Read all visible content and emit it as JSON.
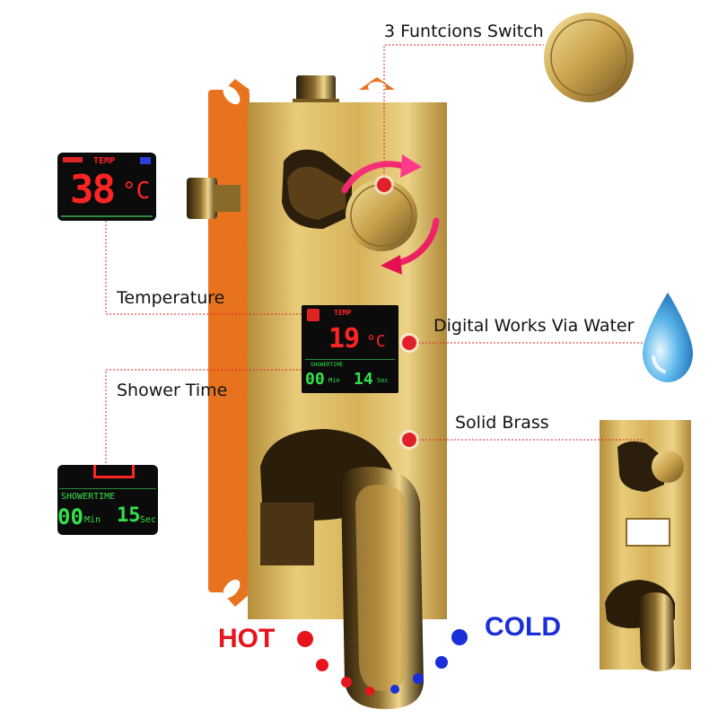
{
  "callouts": {
    "switch": "3 Funtcions Switch",
    "temperature": "Temperature",
    "digital": "Digital Works Via Water",
    "shower_time": "Shower Time",
    "brass": "Solid Brass"
  },
  "mixer": {
    "hot": "HOT",
    "cold": "COLD"
  },
  "display_main": {
    "temp_label": "TEMP",
    "temp_value": "19",
    "temp_unit": "°C",
    "time_label": "SHOWERTIME",
    "minutes": "00",
    "min_unit": "Min",
    "seconds": "14",
    "sec_unit": "Sec"
  },
  "display_temp_zoom": {
    "temp_label": "TEMP",
    "temp_value": "38",
    "temp_unit": "°C"
  },
  "display_time_zoom": {
    "time_label": "SHOWERTIME",
    "minutes": "00",
    "min_unit": "Min",
    "seconds": "15",
    "sec_unit": "Sec"
  },
  "colors": {
    "gold": "#d8b85e",
    "orange_box": "#e8731f",
    "hot_red": "#e8141c",
    "cold_blue": "#1b2fd8",
    "marker_red": "#e0212b"
  }
}
